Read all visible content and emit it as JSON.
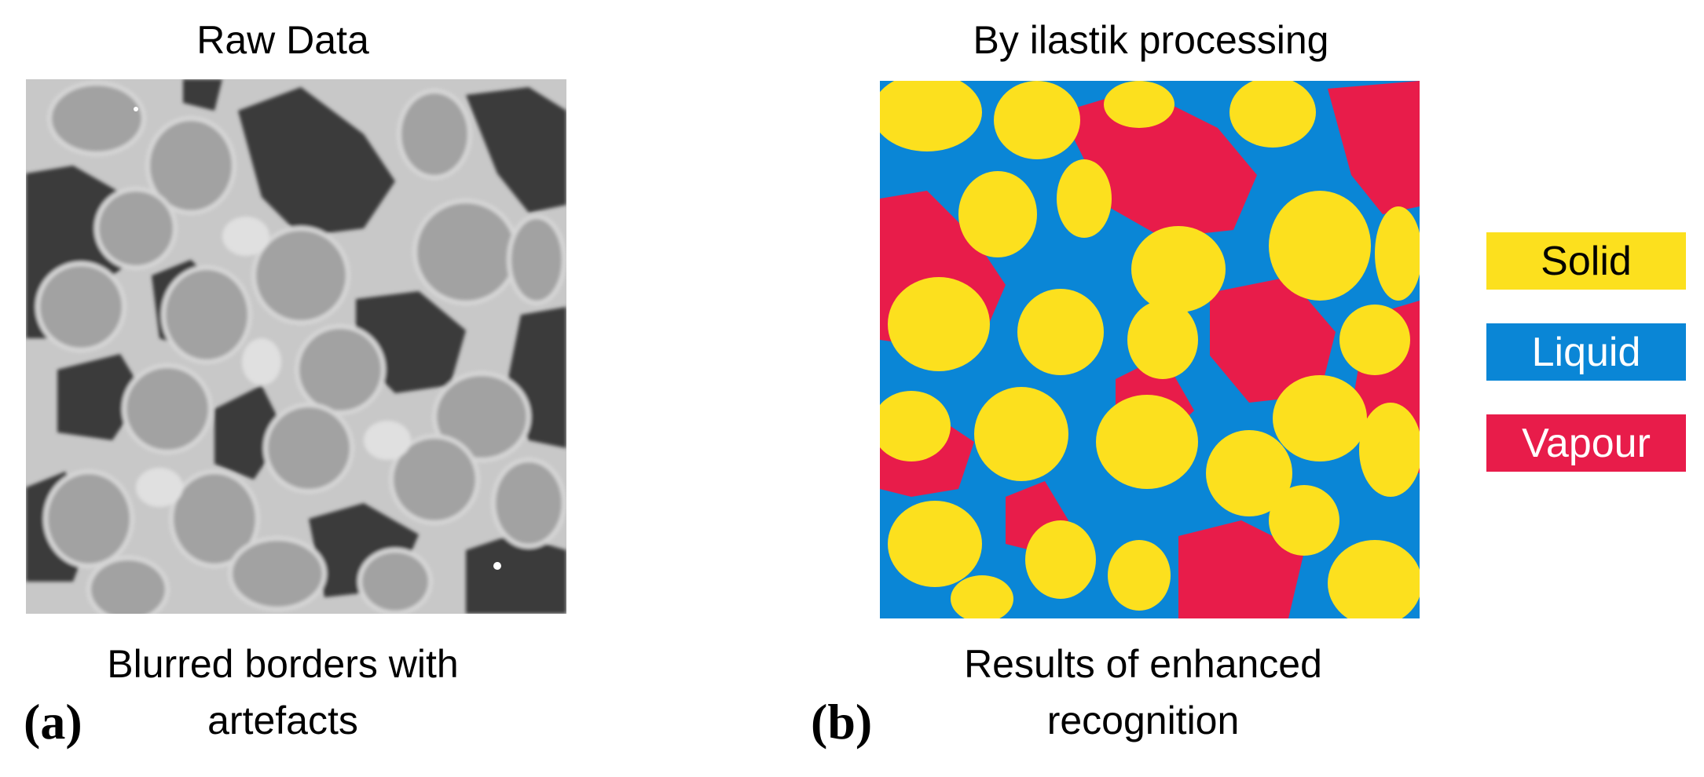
{
  "panel_a": {
    "title": "Raw Data",
    "caption": "Blurred borders with\nartefacts",
    "label": "(a)"
  },
  "panel_b": {
    "title": "By ilastik processing",
    "caption": "Results of enhanced\nrecognition",
    "label": "(b)"
  },
  "legend": [
    {
      "label": "Solid",
      "color": "#fce01e",
      "text_color": "#000000"
    },
    {
      "label": "Liquid",
      "color": "#0a86d6",
      "text_color": "#ffffff"
    },
    {
      "label": "Vapour",
      "color": "#e81c4a",
      "text_color": "#ffffff"
    }
  ]
}
